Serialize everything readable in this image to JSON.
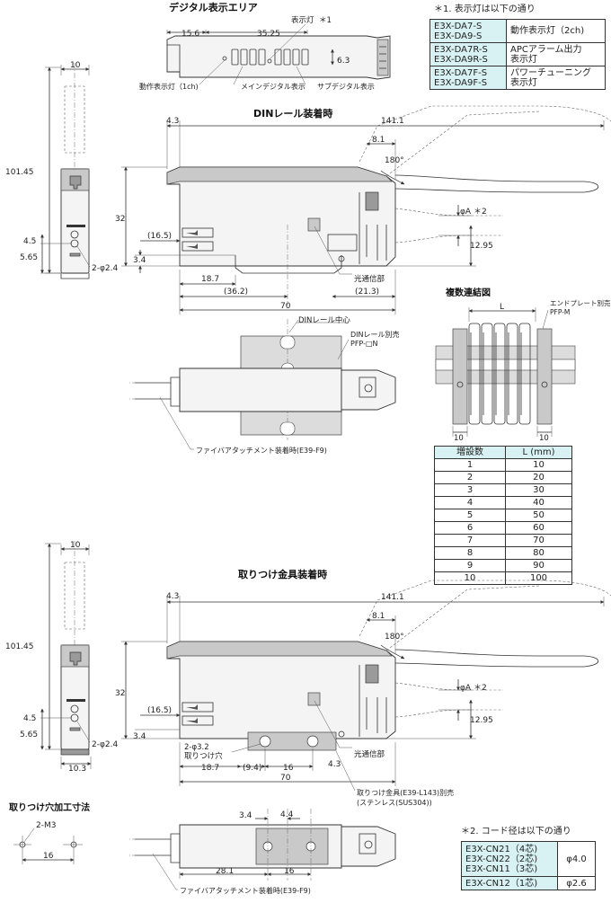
{
  "digital_display": {
    "title": "デジタル表示エリア",
    "dim_15_6": "15.6",
    "dim_35_25": "35.25",
    "dim_6_3": "6.3",
    "indicator_label": "表示灯",
    "note_mark": "＊1",
    "labels": {
      "operation_1ch": "動作表示灯（1ch)",
      "main_digital": "メインデジタル表示",
      "sub_digital": "サブデジタル表示"
    }
  },
  "note1": {
    "title": "＊1. 表示灯は以下の通り",
    "rows": [
      {
        "models": [
          "E3X-DA7-S",
          "E3X-DA9-S"
        ],
        "desc": [
          "動作表示灯（2ch)"
        ]
      },
      {
        "models": [
          "E3X-DA7R-S",
          "E3X-DA9R-S"
        ],
        "desc": [
          "APCアラーム出力",
          "表示灯"
        ]
      },
      {
        "models": [
          "E3X-DA7F-S",
          "E3X-DA9F-S"
        ],
        "desc": [
          "パワーチューニング",
          "表示灯"
        ]
      }
    ]
  },
  "din_view": {
    "title": "DINレール装着時",
    "side": {
      "w10": "10",
      "h101_45": "101.45",
      "d4_5": "4.5",
      "d5_65": "5.65",
      "hole": "2-φ2.4"
    },
    "front": {
      "d4_3": "4.3",
      "d141_1": "141.1",
      "d8_1": "8.1",
      "angle": "180°",
      "d32": "32",
      "d16_5": "(16.5)",
      "d3_4": "3.4",
      "dphiA": "φA ＊2",
      "d12_95": "12.95",
      "d18_7": "18.7",
      "d36_2": "(36.2)",
      "d21_3": "(21.3)",
      "d70": "70",
      "light_label": "光通信部"
    },
    "bottom": {
      "rail_center": "DINレール中心",
      "rail_sold_1": "DINレール別売",
      "rail_sold_2": "PFP-□N",
      "fiber_note": "ファイバアタッチメント装着時(E39-F9)"
    }
  },
  "multi": {
    "title": "複数連結図",
    "L": "L",
    "end_plate_1": "エンドプレート別売",
    "end_plate_2": "PFP-M",
    "d10a": "10",
    "d10b": "10",
    "table_headers": [
      "増設数",
      "L (mm)"
    ],
    "table_rows": [
      [
        "1",
        "10"
      ],
      [
        "2",
        "20"
      ],
      [
        "3",
        "30"
      ],
      [
        "4",
        "40"
      ],
      [
        "5",
        "50"
      ],
      [
        "6",
        "60"
      ],
      [
        "7",
        "70"
      ],
      [
        "8",
        "80"
      ],
      [
        "9",
        "90"
      ],
      [
        "10",
        "100"
      ]
    ]
  },
  "bracket_view": {
    "title": "取りつけ金具装着時",
    "side": {
      "w10": "10",
      "h101_45": "101.45",
      "d4_5": "4.5",
      "d5_65": "5.65",
      "hole": "2-φ2.4",
      "d10_3": "10.3"
    },
    "front": {
      "d4_3": "4.3",
      "d141_1": "141.1",
      "d8_1": "8.1",
      "angle": "180°",
      "d32": "32",
      "d16_5": "(16.5)",
      "d3_4": "3.4",
      "dphiA": "φA ＊2",
      "d12_95": "12.95",
      "hole_1": "2-φ3.2",
      "hole_2": "取りつけ穴",
      "d18_7": "18.7",
      "d9_4": "(9.4)",
      "d16": "16",
      "d4_3b": "4.3",
      "d70": "70",
      "light_label": "光通信部",
      "bracket_1": "取りつけ金具(E39-L143)別売",
      "bracket_2": "(ステンレス(SUS304))"
    },
    "bottom": {
      "d3_4": "3.4",
      "d4_4": "4.4",
      "d28_1": "28.1",
      "d16": "16",
      "fiber_note": "ファイバアタッチメント装着時(E39-F9)"
    }
  },
  "mounting": {
    "title": "取りつけ穴加工寸法",
    "label": "2-M3",
    "d16": "16"
  },
  "note2": {
    "title": "＊2. コード径は以下の通り",
    "rows": [
      {
        "models": [
          "E3X-CN21（4芯)",
          "E3X-CN22（2芯)",
          "E3X-CN11（3芯)"
        ],
        "value": "φ4.0"
      },
      {
        "models": [
          "E3X-CN12（1芯)"
        ],
        "value": "φ2.6"
      }
    ]
  }
}
